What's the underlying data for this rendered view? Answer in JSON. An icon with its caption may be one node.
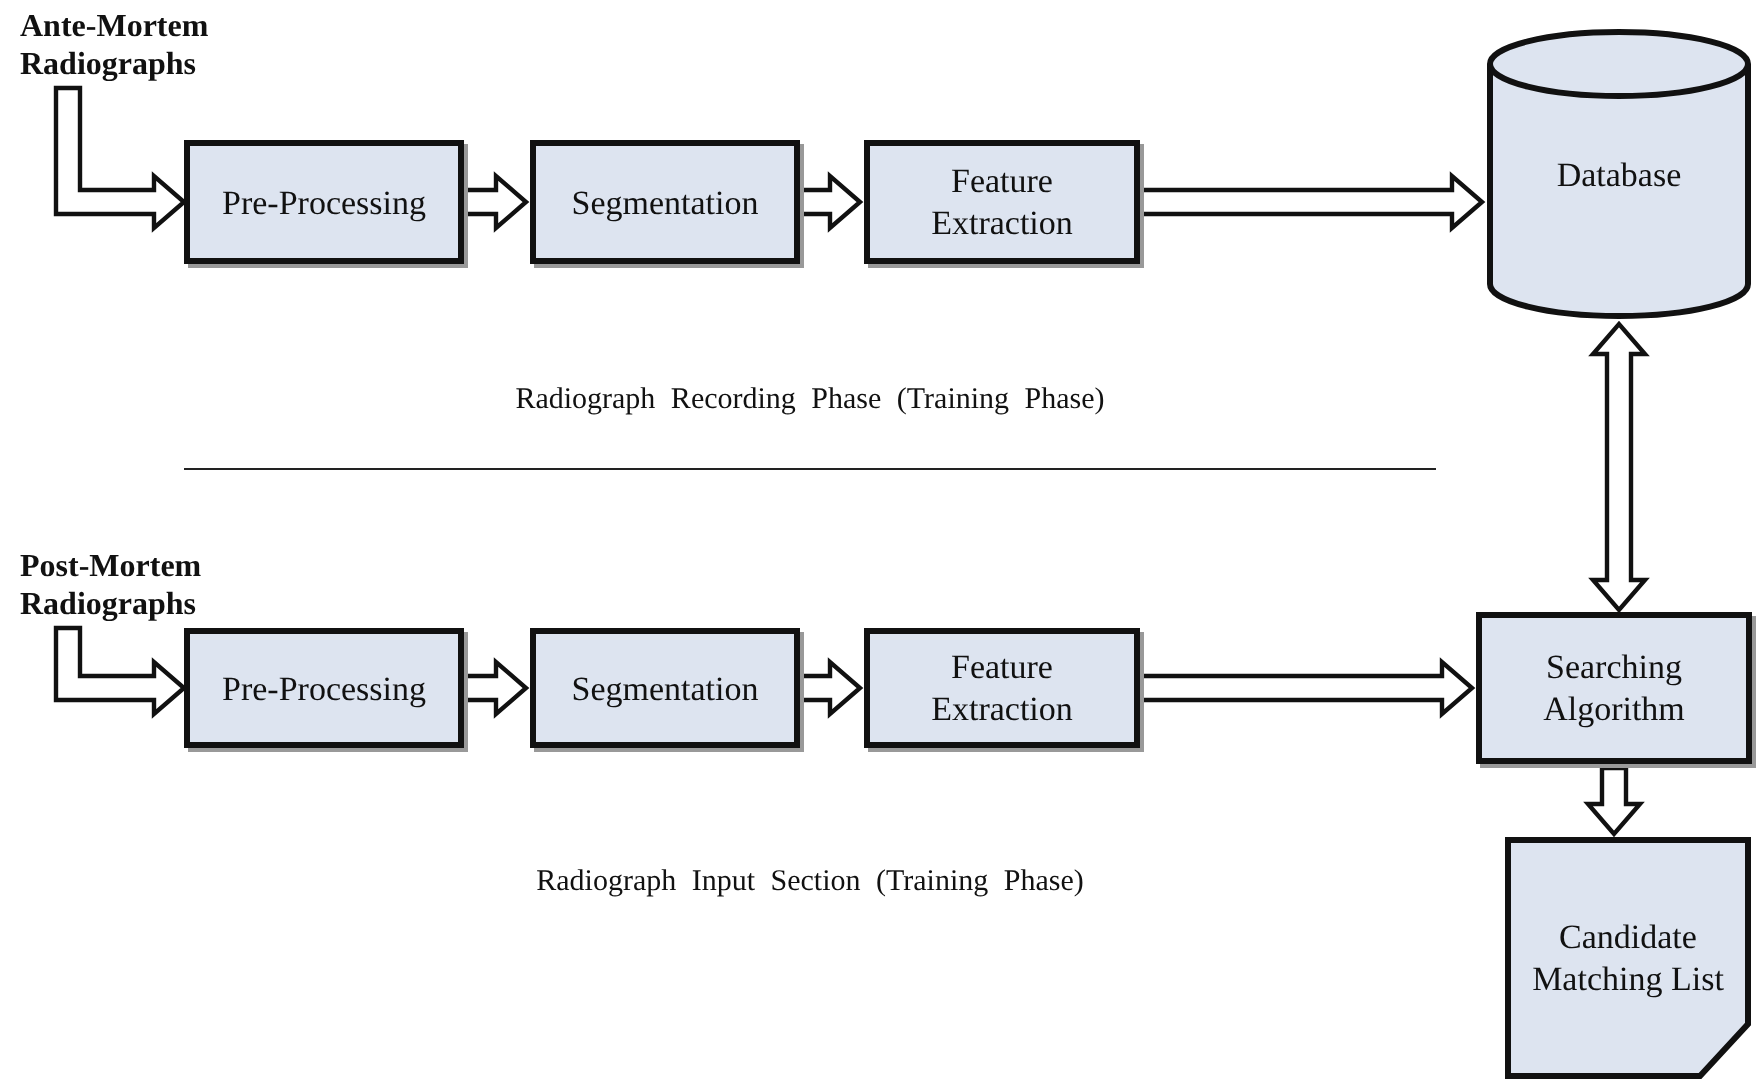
{
  "diagram": {
    "nodes": [
      {
        "text": [
          "Ante-Mortem Radiographs"
        ]
      },
      {
        "text": [
          "Pre-Processing"
        ]
      },
      {
        "text": [
          "Segmentation"
        ]
      },
      {
        "text": [
          "Feature Extraction"
        ]
      },
      {
        "text": [
          "Database"
        ]
      },
      {
        "text": [
          "Post-Mortem Radiographs"
        ]
      },
      {
        "text": [
          "Pre-Processing"
        ]
      },
      {
        "text": [
          "Segmentation"
        ]
      },
      {
        "text": [
          "Feature Extraction"
        ]
      },
      {
        "text": [
          "Searching Algorithm"
        ]
      },
      {
        "text": [
          "Candidate Matching List"
        ]
      }
    ],
    "edges": [
      {
        "from": 0,
        "to": 1,
        "arrow": "to"
      },
      {
        "from": 1,
        "to": 2,
        "arrow": "to"
      },
      {
        "from": 2,
        "to": 3,
        "arrow": "to"
      },
      {
        "from": 3,
        "to": 4,
        "arrow": "to"
      },
      {
        "from": 4,
        "to": 9,
        "arrow": "both"
      },
      {
        "from": 5,
        "to": 6,
        "arrow": "to"
      },
      {
        "from": 6,
        "to": 7,
        "arrow": "to"
      },
      {
        "from": 7,
        "to": 8,
        "arrow": "to"
      },
      {
        "from": 8,
        "to": 9,
        "arrow": "to"
      },
      {
        "from": 9,
        "to": 10,
        "arrow": "to"
      }
    ],
    "labels": [
      "Radiograph Recording Phase (Training Phase)",
      "Radiograph Input Section (Training Phase)"
    ]
  }
}
